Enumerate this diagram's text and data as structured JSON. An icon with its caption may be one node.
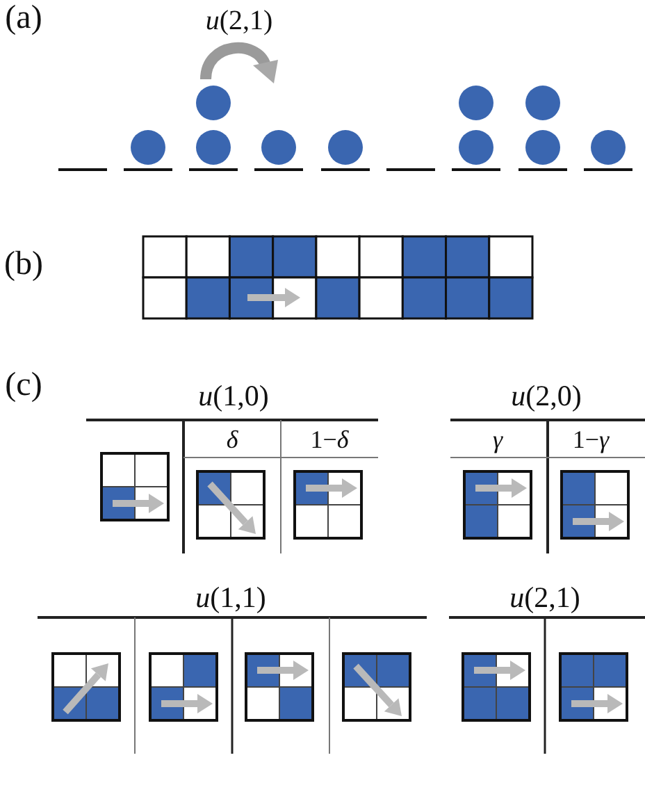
{
  "diagram": {
    "labels": [
      "(a)",
      "*u*(2,1)",
      "(b)",
      "(c)",
      "*u*(1,0)",
      "*δ*",
      "1−*δ*",
      "*u*(2,0)",
      "*γ*",
      "1−*γ*",
      "*u*(1,1)",
      "*u*(2,1)"
    ]
  }
}
